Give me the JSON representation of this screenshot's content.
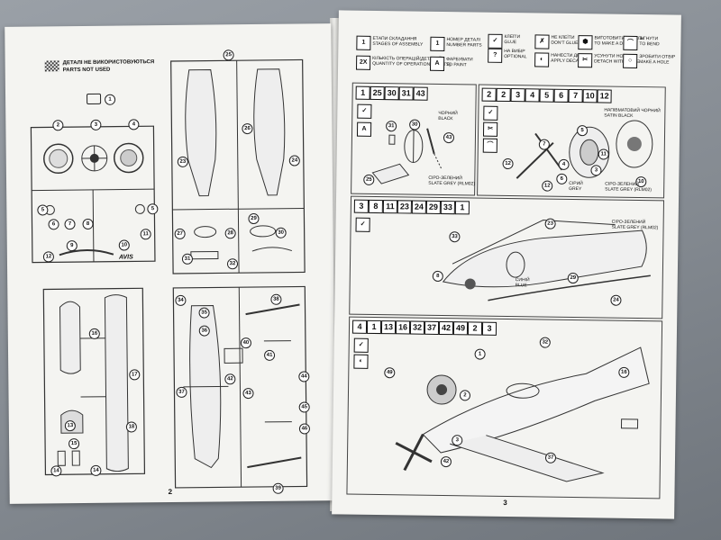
{
  "left_page": {
    "unused_title": "ДЕТАЛІ НЕ ВИКОРИСТОВУЮТЬСЯ",
    "unused_subtitle": "PARTS NOT USED",
    "unused_part": "1",
    "page_number": "2",
    "sprue_logo": "AVIS",
    "sprue_a_callouts": [
      "2",
      "3",
      "4",
      "5",
      "5",
      "6",
      "7",
      "8",
      "9",
      "10",
      "11",
      "12"
    ],
    "sprue_b_callouts": [
      "25",
      "26",
      "23",
      "24",
      "27",
      "28",
      "29",
      "30",
      "31",
      "32"
    ],
    "sprue_c_callouts": [
      "13",
      "14",
      "14",
      "15",
      "16",
      "17",
      "18"
    ],
    "sprue_d_callouts": [
      "34",
      "35",
      "36",
      "37",
      "38",
      "39",
      "40",
      "41",
      "42",
      "43",
      "44",
      "45",
      "46"
    ]
  },
  "right_page": {
    "page_number": "3",
    "legend": [
      {
        "icon": "1",
        "ua": "ЕТАПИ СКЛАДАННЯ",
        "en": "STAGES OF ASSEMBLY"
      },
      {
        "icon": "2X",
        "ua": "КІЛЬКІСТЬ ОПЕРАЦІЙ(ДЕТАЛЕЙ)",
        "en": "QUANTITY OF OPERATIONS(PARTS)"
      },
      {
        "icon": "1",
        "ua": "НОМЕР ДЕТАЛІ",
        "en": "NUMBER PARTS"
      },
      {
        "icon": "A",
        "ua": "ФАРБУВАТИ",
        "en": "TO PAINT"
      },
      {
        "icon": "✓",
        "ua": "КЛЕЇТИ",
        "en": "GLUE"
      },
      {
        "icon": "?",
        "ua": "НА ВИБІР",
        "en": "OPTIONAL"
      },
      {
        "icon": "✗",
        "ua": "НЕ КЛЕЇТИ",
        "en": "DON'T GLUE"
      },
      {
        "icon": "◐",
        "ua": "НАНЕСТИ ДЕКАЛЬ",
        "en": "APPLY DECALS"
      },
      {
        "icon": "⬢",
        "ua": "ВИГОТОВИТИ ДЕТАЛЬ",
        "en": "TO MAKE A DETAIL"
      },
      {
        "icon": "✂",
        "ua": "УСУНУТИ НОЖЕМ",
        "en": "DETACH WITH KNIFE"
      },
      {
        "icon": "⌒",
        "ua": "ЗІГНУТИ",
        "en": "TO BEND"
      },
      {
        "icon": "○",
        "ua": "ЗРОБИТИ ОТВІР",
        "en": "MAKE A HOLE"
      }
    ],
    "step1": {
      "parts": [
        "1",
        "25",
        "30",
        "31",
        "43"
      ],
      "callouts": [
        "31",
        "30",
        "43",
        "25"
      ],
      "paint1_ua": "ЧОРНИЙ",
      "paint1_en": "BLACK",
      "paint2_ua": "СІРО-ЗЕЛЕНИЙ",
      "paint2_en": "SLATE GREY (RLM02)"
    },
    "step2": {
      "parts": [
        "2",
        "2",
        "3",
        "4",
        "5",
        "6",
        "7",
        "10",
        "12"
      ],
      "callouts": [
        "12",
        "12",
        "7",
        "6",
        "5",
        "4",
        "3",
        "10",
        "11"
      ],
      "paint1_ua": "НАПІВМАТОВИЙ ЧОРНИЙ",
      "paint1_en": "SATIN BLACK",
      "paint2_ua": "СІРИЙ",
      "paint2_en": "GREY",
      "paint3_ua": "СІРО-ЗЕЛЕНИЙ",
      "paint3_en": "SLATE GREY (RLM02)"
    },
    "step3": {
      "parts": [
        "3",
        "8",
        "11",
        "23",
        "24",
        "29",
        "33",
        "1"
      ],
      "callouts": [
        "23",
        "33",
        "8",
        "29",
        "24"
      ],
      "paint1_ua": "СІРО-ЗЕЛЕНИЙ",
      "paint1_en": "SLATE GREY (RLM02)",
      "paint2_ua": "СИНІЙ",
      "paint2_en": "BLUE"
    },
    "step4": {
      "parts": [
        "4",
        "1",
        "13",
        "16",
        "32",
        "37",
        "42",
        "49",
        "2",
        "3"
      ],
      "callouts": [
        "32",
        "1",
        "16",
        "49",
        "2",
        "3",
        "42",
        "37"
      ]
    }
  }
}
